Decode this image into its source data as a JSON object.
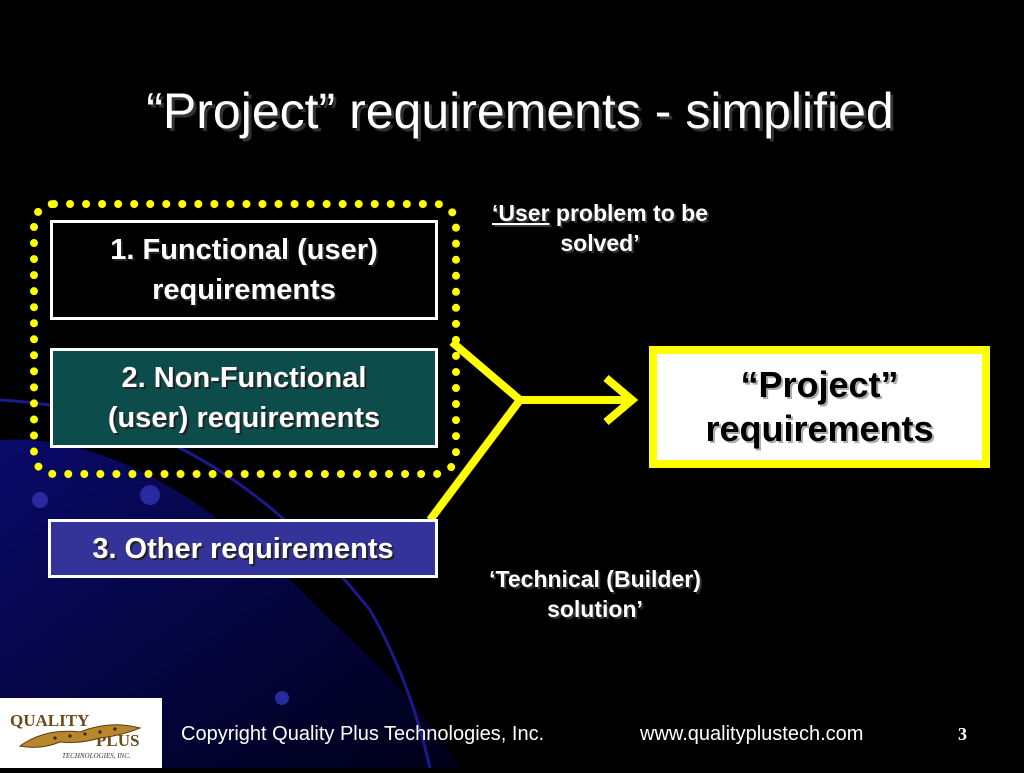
{
  "slide": {
    "title": "“Project” requirements - simplified",
    "page_number": "3"
  },
  "boxes": [
    {
      "line1": "1. Functional (user)",
      "line2": "requirements"
    },
    {
      "line1": "2. Non-Functional",
      "line2": "(user) requirements"
    },
    {
      "label": "3. Other requirements"
    }
  ],
  "target": {
    "line1": "“Project”",
    "line2": "requirements"
  },
  "notes": {
    "user_prefix": "‘User",
    "user_rest": " problem to be",
    "user_line2": "solved’",
    "tech_line1": "‘Technical  (Builder)",
    "tech_line2": "solution’"
  },
  "footer": {
    "copyright": "Copyright Quality Plus Technologies, Inc.",
    "website": "www.qualityplustech.com",
    "logo_top": "QUALITY",
    "logo_bottom": "PLUS",
    "logo_sub": "TECHNOLOGIES, INC."
  },
  "colors": {
    "background": "#000000",
    "accent_yellow": "#ffff00",
    "nonfunctional_box": "#0c4d4c",
    "other_box": "#343399"
  }
}
